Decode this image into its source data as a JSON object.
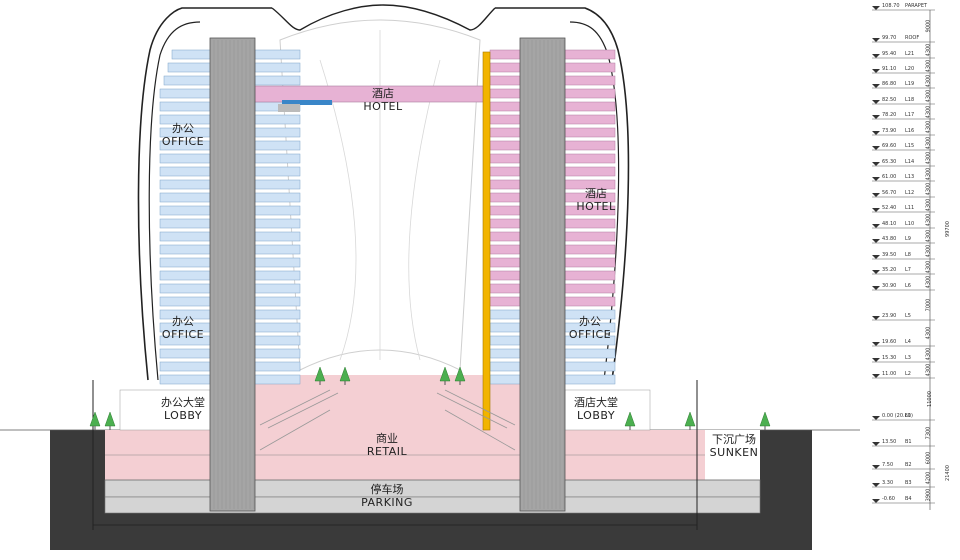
{
  "labels": {
    "hotel_bridge": {
      "cn": "酒店",
      "en": "HOTEL"
    },
    "office_upper": {
      "cn": "办公",
      "en": "OFFICE"
    },
    "hotel_tower": {
      "cn": "酒店",
      "en": "HOTEL"
    },
    "office_lower_left": {
      "cn": "办公",
      "en": "OFFICE"
    },
    "office_lower_right": {
      "cn": "办公",
      "en": "OFFICE"
    },
    "office_lobby": {
      "cn": "办公大堂",
      "en": "LOBBY"
    },
    "hotel_lobby": {
      "cn": "酒店大堂",
      "en": "LOBBY"
    },
    "retail": {
      "cn": "商业",
      "en": "RETAIL"
    },
    "sunken": {
      "cn": "下沉广场",
      "en": "SUNKEN"
    },
    "parking": {
      "cn": "停车场",
      "en": "PARKING"
    }
  },
  "levels": [
    {
      "elev": "108.70",
      "name": "PARAPET"
    },
    {
      "elev": "99.70",
      "name": "ROOF",
      "dim": "9000"
    },
    {
      "elev": "95.40",
      "name": "L21",
      "dim": "4300"
    },
    {
      "elev": "91.10",
      "name": "L20",
      "dim": "4300"
    },
    {
      "elev": "86.80",
      "name": "L19",
      "dim": "4300"
    },
    {
      "elev": "82.50",
      "name": "L18",
      "dim": "4300"
    },
    {
      "elev": "78.20",
      "name": "L17",
      "dim": "4300"
    },
    {
      "elev": "73.90",
      "name": "L16",
      "dim": "4300"
    },
    {
      "elev": "69.60",
      "name": "L15",
      "dim": "4300"
    },
    {
      "elev": "65.30",
      "name": "L14",
      "dim": "4300"
    },
    {
      "elev": "61.00",
      "name": "L13",
      "dim": "4300"
    },
    {
      "elev": "56.70",
      "name": "L12",
      "dim": "4300"
    },
    {
      "elev": "52.40",
      "name": "L11",
      "dim": "4300"
    },
    {
      "elev": "48.10",
      "name": "L10",
      "dim": "4300"
    },
    {
      "elev": "43.80",
      "name": "L9",
      "dim": "4300"
    },
    {
      "elev": "39.50",
      "name": "L8",
      "dim": "4300"
    },
    {
      "elev": "35.20",
      "name": "L7",
      "dim": "4300"
    },
    {
      "elev": "30.90",
      "name": "L6",
      "dim": "4300"
    },
    {
      "elev": "23.90",
      "name": "L5",
      "dim": "7000"
    },
    {
      "elev": "19.60",
      "name": "L4",
      "dim": "4300"
    },
    {
      "elev": "15.30",
      "name": "L3",
      "dim": "4300"
    },
    {
      "elev": "11.00",
      "name": "L2",
      "dim": "4300"
    },
    {
      "elev": "0.00 (20.80)",
      "name": "L1",
      "dim": "11000"
    },
    {
      "elev": "13.50",
      "name": "B1",
      "dim": "7300"
    },
    {
      "elev": "7.50",
      "name": "B2",
      "dim": "6000"
    },
    {
      "elev": "3.30",
      "name": "B3",
      "dim": "4200"
    },
    {
      "elev": "-0.60",
      "name": "B4",
      "dim": "3900"
    }
  ],
  "overall_dims": {
    "above": "99700",
    "below": "21400"
  },
  "colors": {
    "office": "#cfe2f5",
    "hotel": "#e7b2d4",
    "retail": "#f4cfd3",
    "core": "#a5a5a5",
    "ground": "#3a3a3a",
    "parking": "#d4d4d4",
    "column_accent": "#f2b400"
  }
}
